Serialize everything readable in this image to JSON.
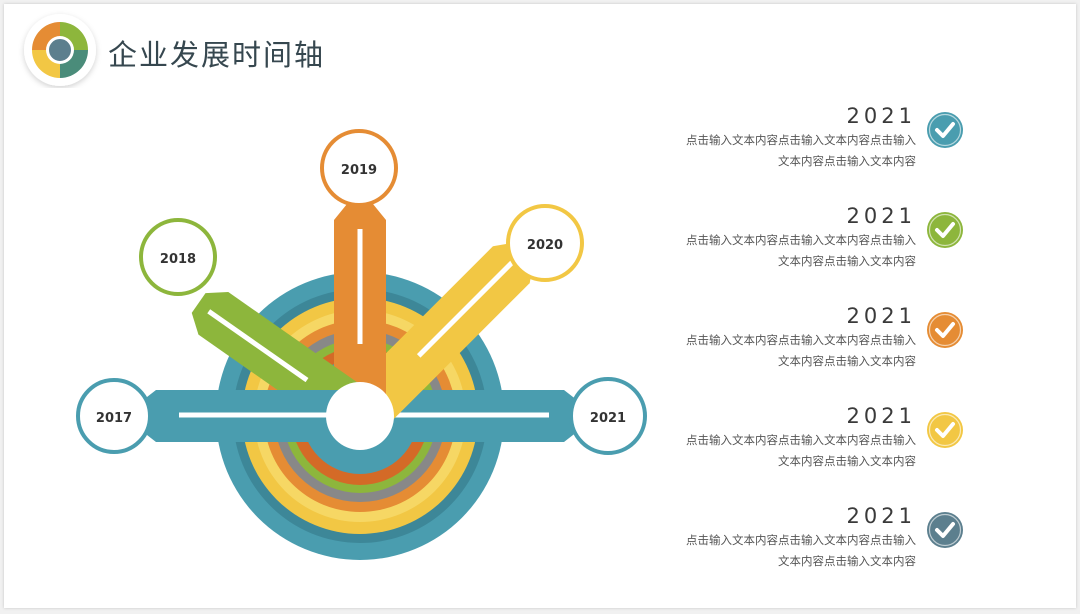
{
  "title": "企业发展时间轴",
  "timeline": [
    {
      "year": "2017",
      "color": "#4a9daf"
    },
    {
      "year": "2018",
      "color": "#8db63c"
    },
    {
      "year": "2019",
      "color": "#e58c34"
    },
    {
      "year": "2020",
      "color": "#f2c744"
    },
    {
      "year": "2021",
      "color": "#4a9daf"
    }
  ],
  "entries": [
    {
      "year": "2021",
      "desc": "点击输入文本内容点击输入文本内容点击输入文本内容点击输入文本内容",
      "color": "#4a9daf",
      "icon": "check-icon"
    },
    {
      "year": "2021",
      "desc": "点击输入文本内容点击输入文本内容点击输入文本内容点击输入文本内容",
      "color": "#8db63c",
      "icon": "check-icon"
    },
    {
      "year": "2021",
      "desc": "点击输入文本内容点击输入文本内容点击输入文本内容点击输入文本内容",
      "color": "#e58c34",
      "icon": "check-icon"
    },
    {
      "year": "2021",
      "desc": "点击输入文本内容点击输入文本内容点击输入文本内容点击输入文本内容",
      "color": "#f2c744",
      "icon": "check-icon"
    },
    {
      "year": "2021",
      "desc": "点击输入文本内容点击输入文本内容点击输入文本内容点击输入文本内容",
      "color": "#5c7f8e",
      "icon": "check-icon"
    }
  ],
  "colors": {
    "teal": "#4a9daf",
    "teal_dark": "#3d8798",
    "yellow": "#f2c744",
    "orange": "#e58c34",
    "gray": "#888888",
    "green": "#8db63c",
    "slate": "#5c7f8e"
  }
}
